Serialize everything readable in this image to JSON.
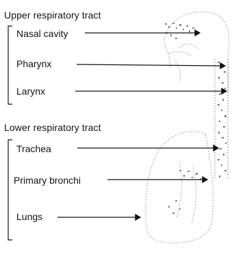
{
  "sections": [
    {
      "heading": "Upper respiratory tract",
      "labels": [
        "Nasal cavity",
        "Pharynx",
        "Larynx"
      ]
    },
    {
      "heading": "Lower respiratory tract",
      "labels": [
        "Trachea",
        "Primary bronchi",
        "Lungs"
      ]
    }
  ],
  "colors": {
    "ink": "#111111",
    "sketch": "#8a8a8a",
    "stipple": "#6e6e6e",
    "background": "#ffffff"
  }
}
